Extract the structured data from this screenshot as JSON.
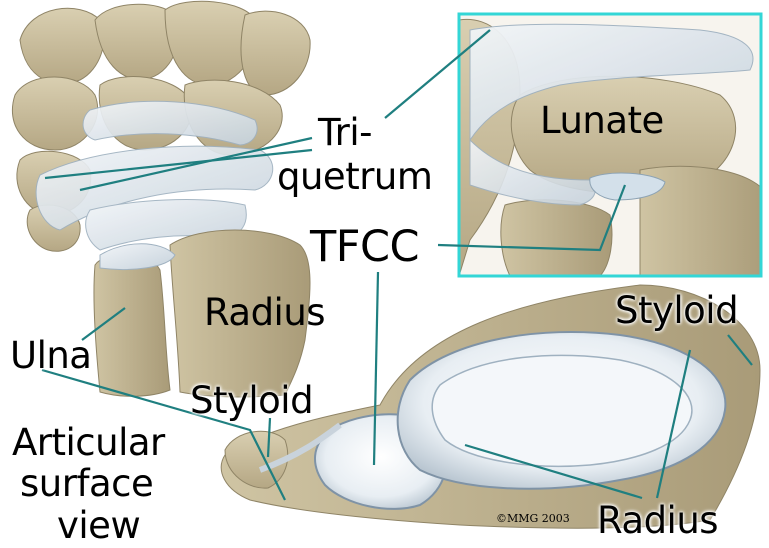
{
  "labels": {
    "triquetrum_line1": "Tri-",
    "triquetrum_line2": "quetrum",
    "lunate": "Lunate",
    "tfcc": "TFCC",
    "radius_top": "Radius",
    "ulna": "Ulna",
    "styloid_left": "Styloid",
    "styloid_right": "Styloid",
    "articular_line1": "Articular",
    "articular_line2": "surface",
    "articular_line3": "view",
    "radius_bottom": "Radius"
  },
  "copyright": "©MMG 2003",
  "colors": {
    "leader_line": "#1f7f80",
    "inset_border": "#33d6d6",
    "bone": "#cfc3a2",
    "bone_dark": "#b3a581",
    "ligament": "#dde6ee",
    "cartilage": "#eef3f7"
  }
}
